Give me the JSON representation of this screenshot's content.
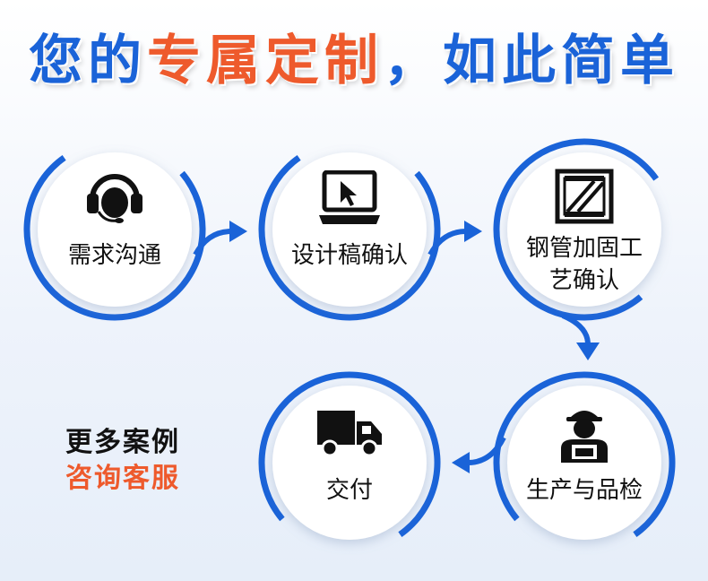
{
  "headline": {
    "part1": "您的",
    "part2": "专属定制",
    "part3": "，如此简单"
  },
  "colors": {
    "blue": "#1a63d8",
    "orange": "#ee5a2c",
    "dark": "#111111"
  },
  "steps": [
    {
      "label": "需求沟通",
      "icon": "headset-icon"
    },
    {
      "label": "设计稿确认",
      "icon": "computer-cursor-icon"
    },
    {
      "label_line1": "钢管加固工",
      "label_line2": "艺确认",
      "icon": "reinforced-frame-icon"
    },
    {
      "label": "生产与品检",
      "icon": "worker-icon"
    },
    {
      "label": "交付",
      "icon": "delivery-truck-icon"
    }
  ],
  "side_note": {
    "line1": "更多案例",
    "line2": "咨询客服"
  }
}
